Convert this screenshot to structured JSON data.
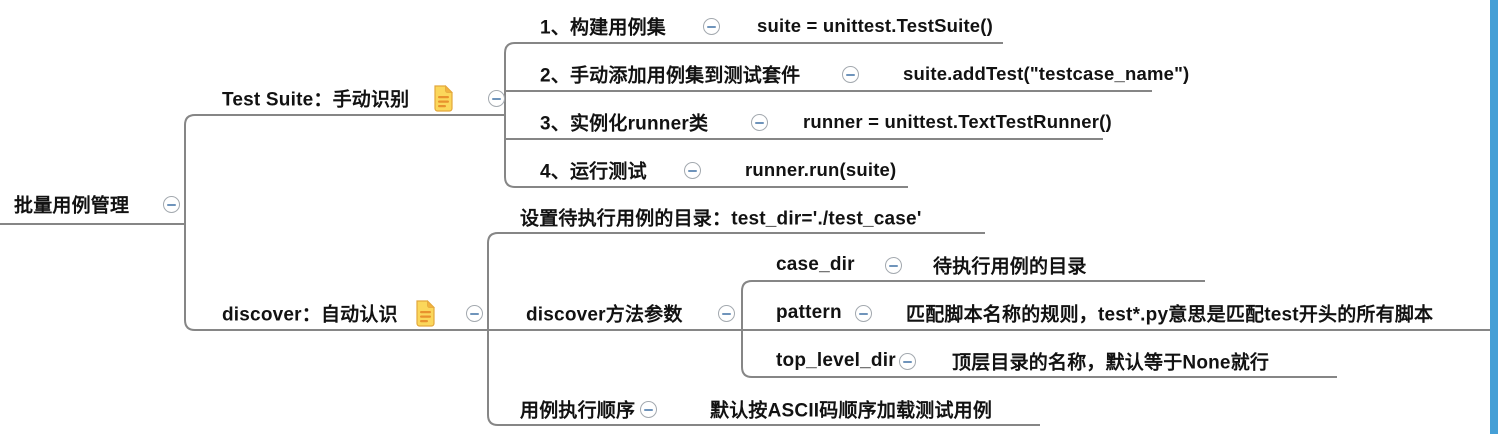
{
  "root": {
    "label": "批量用例管理"
  },
  "test_suite": {
    "label": "Test Suite：手动识别",
    "items": [
      {
        "label": "1、构建用例集",
        "code": "suite = unittest.TestSuite()"
      },
      {
        "label": "2、手动添加用例集到测试套件",
        "code": "suite.addTest(\"testcase_name\")"
      },
      {
        "label": "3、实例化runner类",
        "code": "runner = unittest.TextTestRunner()"
      },
      {
        "label": "4、运行测试",
        "code": "runner.run(suite)"
      }
    ]
  },
  "discover": {
    "label": "discover：自动认识",
    "dir_setting": "设置待执行用例的目录：test_dir='./test_case'",
    "params": {
      "label": "discover方法参数",
      "items": [
        {
          "name": "case_dir",
          "desc": "待执行用例的目录"
        },
        {
          "name": "pattern",
          "desc": "匹配脚本名称的规则，test*.py意思是匹配test开头的所有脚本"
        },
        {
          "name": "top_level_dir",
          "desc": "顶层目录的名称，默认等于None就行"
        }
      ]
    },
    "exec_order": {
      "label": "用例执行顺序",
      "desc": "默认按ASCII码顺序加载测试用例"
    }
  },
  "icons": {
    "collapse": "minus-circle",
    "note": "note-paper"
  },
  "colors": {
    "line_gray": "#868686",
    "edge_strip_blue": "#459fd6",
    "note_yellow": "#fbd75b",
    "note_fold_orange": "#f2b23e",
    "note_lines_orange": "#e8922d",
    "minus_blue": "#6f94bb"
  }
}
